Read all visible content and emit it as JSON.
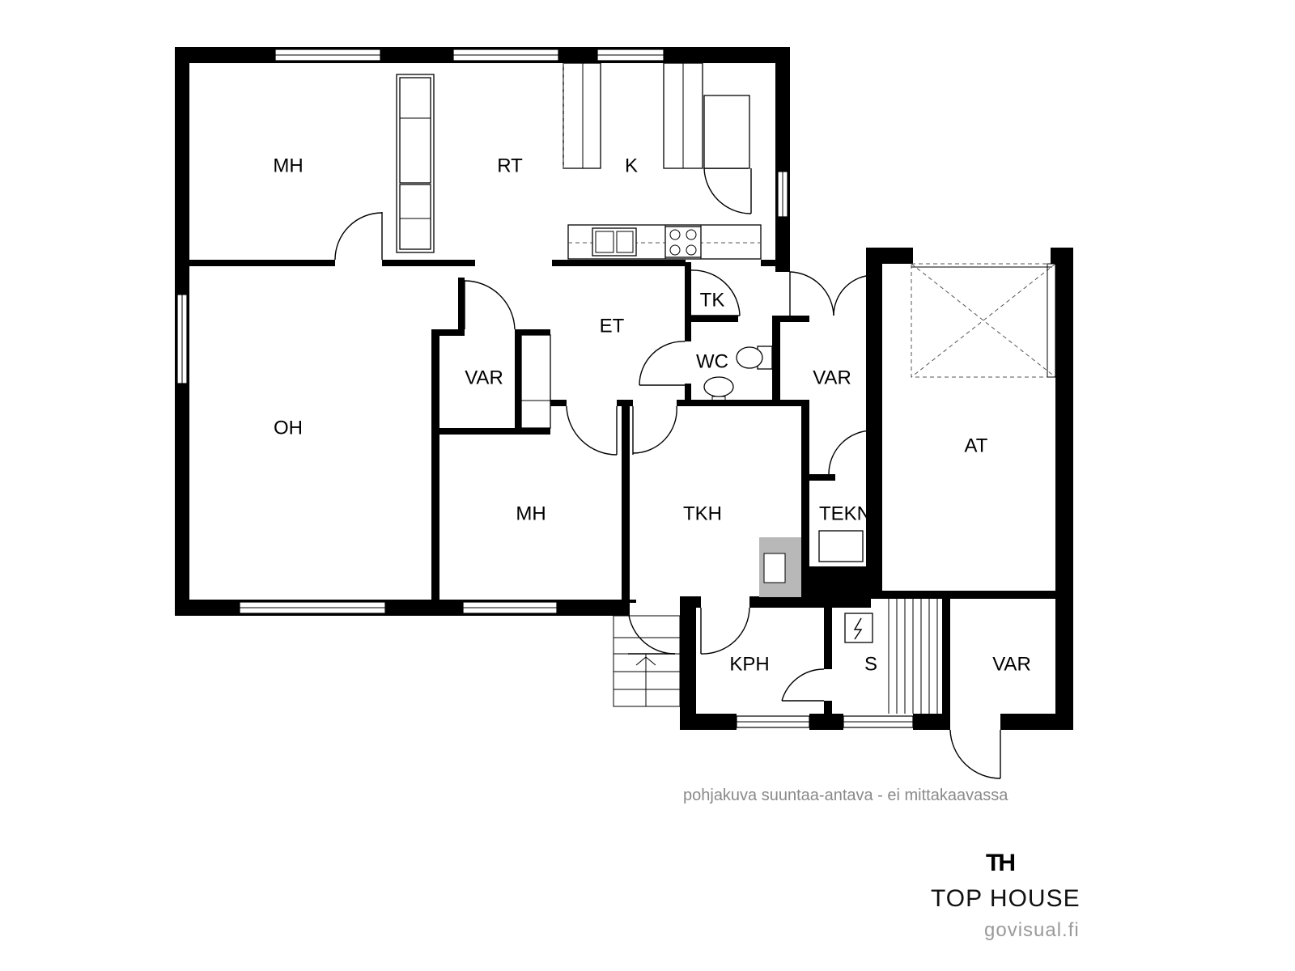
{
  "rooms": {
    "mh1": "MH",
    "rt": "RT",
    "k": "K",
    "oh": "OH",
    "tk": "TK",
    "et": "ET",
    "var1": "VAR",
    "wc": "WC",
    "var2": "VAR",
    "at": "AT",
    "mh2": "MH",
    "tkh": "TKH",
    "tekn": "TEKN",
    "kph": "KPH",
    "s": "S",
    "var3": "VAR"
  },
  "note": "pohjakuva suuntaa-antava - ei mittakaavassa",
  "brand": {
    "mark": "TH",
    "name": "TOP HOUSE",
    "url": "govisual.fi"
  },
  "icons": {
    "electric_panel": "lightning-icon"
  }
}
